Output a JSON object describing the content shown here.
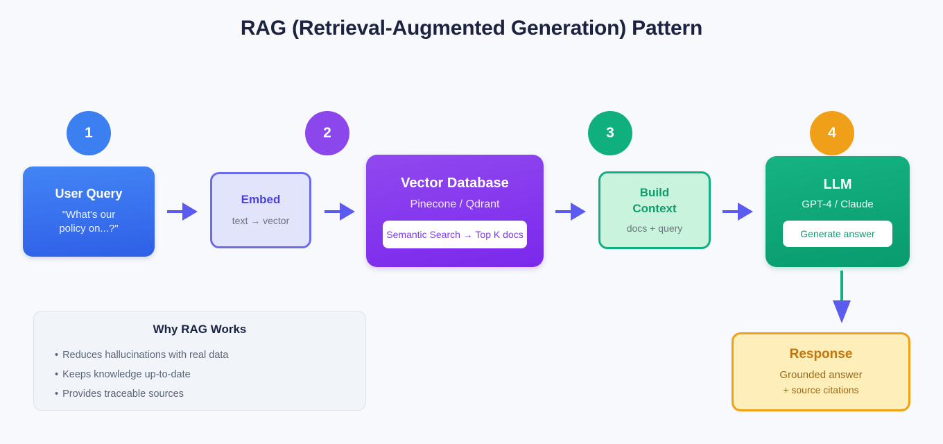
{
  "page": {
    "title": "RAG (Retrieval-Augmented Generation) Pattern",
    "background_color": "#f8f9fc"
  },
  "steps": [
    {
      "number": "1",
      "color": "#3b7ff0"
    },
    {
      "number": "2",
      "color": "#8b46ec"
    },
    {
      "number": "3",
      "color": "#10b07e"
    },
    {
      "number": "4",
      "color": "#f0a018"
    }
  ],
  "nodes": {
    "user_query": {
      "title": "User Query",
      "subtitle": "\"What's our\npolicy on...?\"",
      "subtitle_line1": "\"What's our",
      "subtitle_line2": "policy on...?\"",
      "color": "#3366ee"
    },
    "embed": {
      "title": "Embed",
      "subtitle": "text → vector",
      "color": "#6b6bee"
    },
    "vector_db": {
      "title": "Vector Database",
      "subtitle": "Pinecone / Qdrant",
      "pill_label": "Semantic Search → Top K docs",
      "color": "#8b3aee"
    },
    "build_context": {
      "title_line1": "Build",
      "title_line2": "Context",
      "subtitle": "docs + query",
      "color": "#10b07e"
    },
    "llm": {
      "title": "LLM",
      "subtitle": "GPT-4 / Claude",
      "pill_label": "Generate answer",
      "color": "#0f9d6e"
    },
    "response": {
      "title": "Response",
      "subtitle_line1": "Grounded answer",
      "subtitle_line2": "+ source citations",
      "color": "#f0a018"
    }
  },
  "arrows": {
    "flow_color": "#5b5bf0",
    "output_shaft_color": "#10b07e"
  },
  "panel": {
    "title": "Why RAG Works",
    "bullet_char": "•",
    "items": [
      "Reduces hallucinations with real data",
      "Keeps knowledge up-to-date",
      "Provides traceable sources"
    ]
  }
}
